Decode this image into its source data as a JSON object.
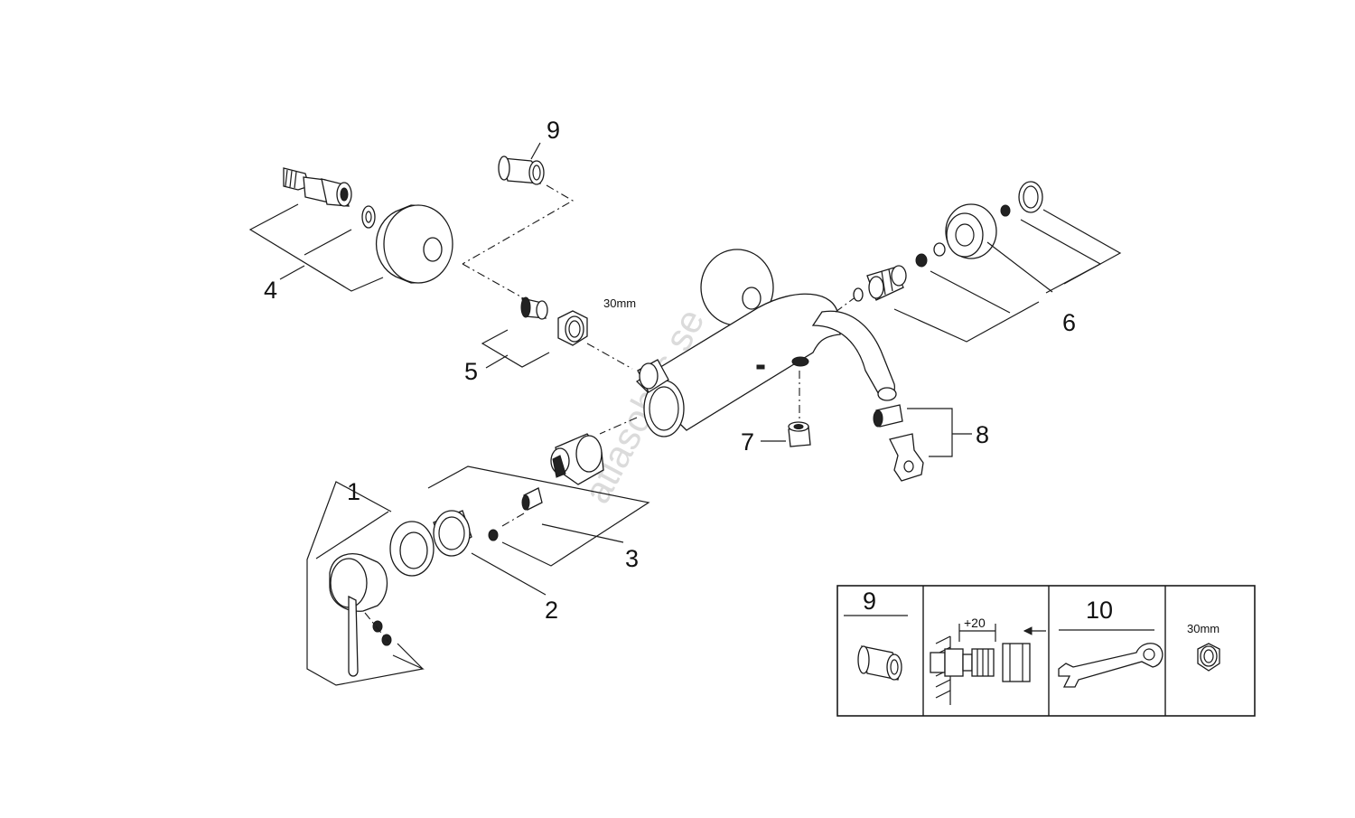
{
  "watermark": "atlasohns.se",
  "callouts": {
    "c1": "1",
    "c2": "2",
    "c3": "3",
    "c4": "4",
    "c5": "5",
    "c6": "6",
    "c7": "7",
    "c8": "8",
    "c9": "9"
  },
  "nut_size_label": "30mm",
  "legend": {
    "cell1_number": "9",
    "cell2_dimension": "+20",
    "cell3_number": "10",
    "cell4_size": "30mm"
  }
}
